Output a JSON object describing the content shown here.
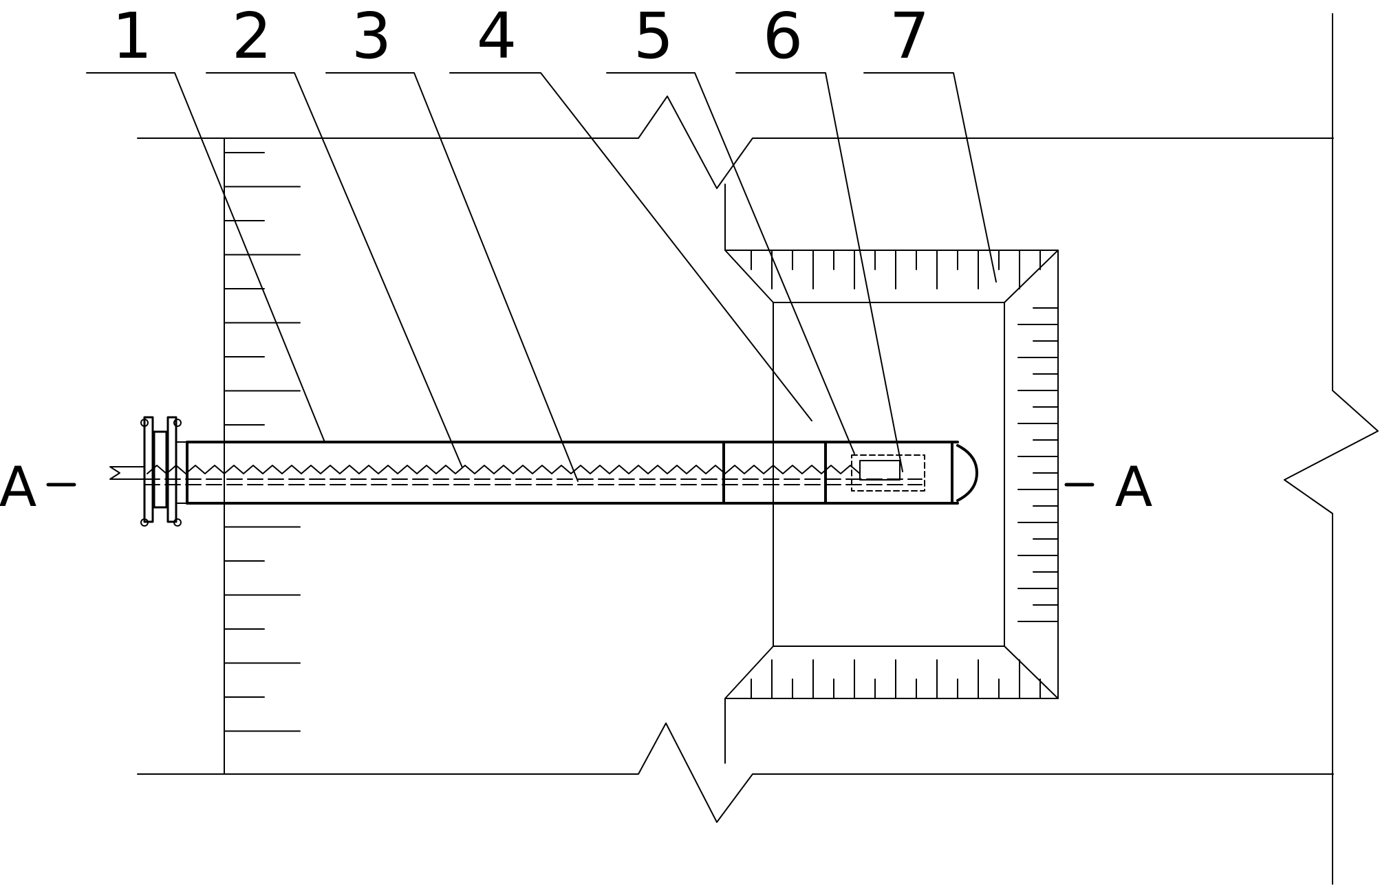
{
  "figure": {
    "callout_labels": [
      "1",
      "2",
      "3",
      "4",
      "5",
      "6",
      "7"
    ],
    "section_label_left": "A",
    "section_label_right": "A",
    "line_color": "#000000",
    "background_color": "#ffffff"
  }
}
